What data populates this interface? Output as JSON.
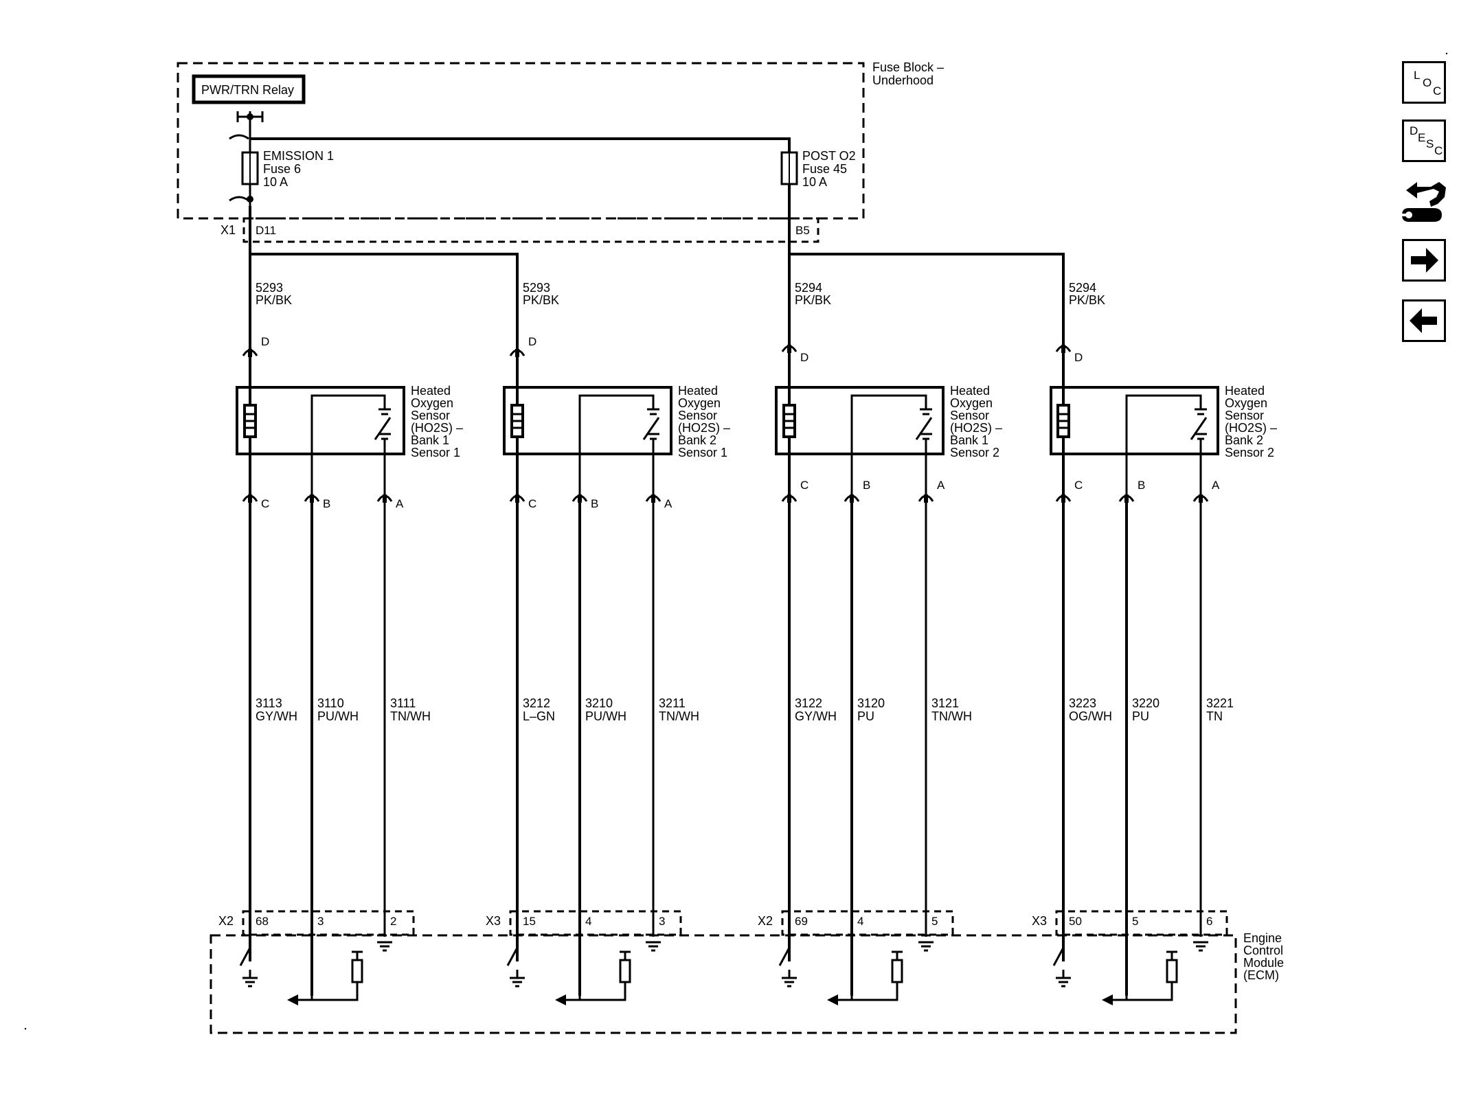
{
  "fuse_block": {
    "label_line1": "Fuse Block –",
    "label_line2": "Underhood",
    "relay": "PWR/TRN Relay",
    "fuse_a": {
      "name": "EMISSION 1",
      "number": "Fuse 6",
      "rating": "10 A"
    },
    "fuse_b": {
      "name": "POST O2",
      "number": "Fuse 45",
      "rating": "10 A"
    },
    "connector": "X1",
    "pin_a": "D11",
    "pin_b": "B5"
  },
  "sensors": [
    {
      "title": [
        "Heated",
        "Oxygen",
        "Sensor",
        "(HO2S)  –",
        "Bank 1",
        "Sensor 1"
      ],
      "supply_wire": [
        "5293",
        "PK/BK"
      ],
      "pins": [
        "D",
        "C",
        "B",
        "A"
      ],
      "wires": [
        [
          "3113",
          "GY/WH"
        ],
        [
          "3110",
          "PU/WH"
        ],
        [
          "3111",
          "TN/WH"
        ]
      ],
      "ecm_connector": "X2",
      "ecm_pins": [
        "68",
        "3",
        "2"
      ]
    },
    {
      "title": [
        "Heated",
        "Oxygen",
        "Sensor",
        "(HO2S)  –",
        "Bank 2",
        "Sensor 1"
      ],
      "supply_wire": [
        "5293",
        "PK/BK"
      ],
      "pins": [
        "D",
        "C",
        "B",
        "A"
      ],
      "wires": [
        [
          "3212",
          "L–GN"
        ],
        [
          "3210",
          "PU/WH"
        ],
        [
          "3211",
          "TN/WH"
        ]
      ],
      "ecm_connector": "X3",
      "ecm_pins": [
        "15",
        "4",
        "3"
      ]
    },
    {
      "title": [
        "Heated",
        "Oxygen",
        "Sensor",
        "(HO2S)  –",
        "Bank 1",
        "Sensor 2"
      ],
      "supply_wire": [
        "5294",
        "PK/BK"
      ],
      "pins": [
        "D",
        "C",
        "B",
        "A"
      ],
      "wires": [
        [
          "3122",
          "GY/WH"
        ],
        [
          "3120",
          "PU"
        ],
        [
          "3121",
          "TN/WH"
        ]
      ],
      "ecm_connector": "X2",
      "ecm_pins": [
        "69",
        "4",
        "5"
      ]
    },
    {
      "title": [
        "Heated",
        "Oxygen",
        "Sensor",
        "(HO2S)  –",
        "Bank 2",
        "Sensor 2"
      ],
      "supply_wire": [
        "5294",
        "PK/BK"
      ],
      "pins": [
        "D",
        "C",
        "B",
        "A"
      ],
      "wires": [
        [
          "3223",
          "OG/WH"
        ],
        [
          "3220",
          "PU"
        ],
        [
          "3221",
          "TN"
        ]
      ],
      "ecm_connector": "X3",
      "ecm_pins": [
        "50",
        "5",
        "6"
      ]
    }
  ],
  "ecm": {
    "label": [
      "Engine",
      "Control",
      "Module",
      "(ECM)"
    ]
  },
  "nav": {
    "loc": {
      "c1": "L",
      "c2": "O",
      "c3": "C"
    },
    "desc": {
      "c1": "D",
      "c2": "E",
      "c3": "S",
      "c4": "C"
    },
    "icons": [
      "wrench-hand-icon",
      "arrow-right-icon",
      "arrow-left-icon"
    ]
  }
}
